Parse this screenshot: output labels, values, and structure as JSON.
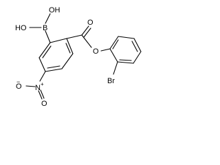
{
  "molecule": {
    "atoms": {
      "oh_top": "OH",
      "oh_left": "HO",
      "boron": "B",
      "carbonyl_o": "O",
      "ester_o": "O",
      "nitro_n": "N",
      "nitro_o_left": "O",
      "nitro_charge_n": "+",
      "nitro_charge_o": "−",
      "nitro_o_top": "O",
      "bromine": "Br"
    }
  }
}
